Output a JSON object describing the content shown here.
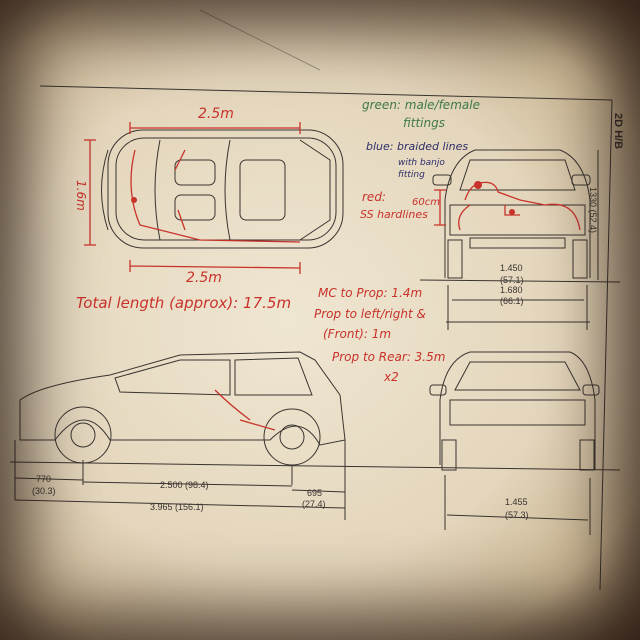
{
  "colors": {
    "paper": "#e8dcc6",
    "ink": "#3a3430",
    "red_ink": "#c8322a",
    "green_ink": "#3e7a4a",
    "blue_ink": "#2e2f6a"
  },
  "header": {
    "model_label": "2D H/B"
  },
  "annotations": {
    "top_width_upper": "2.5m",
    "top_width_lower": "2.5m",
    "top_height": "1.6m",
    "legend_green": "green: male/female",
    "legend_green_2": "fittings",
    "legend_blue": "blue: braided lines",
    "legend_blue_2": "with banjo",
    "legend_blue_3": "fitting",
    "legend_red": "red:",
    "legend_red_2": "SS hardlines",
    "front_height": "60cm",
    "total_length": "Total length (approx): 17.5m",
    "mc_to_prop": "MC to Prop: 1.4m",
    "prop_left_right": "Prop to left/right &",
    "prop_front": "(Front): 1m",
    "prop_rear": "Prop to Rear: 3.5m",
    "prop_rear_x2": "x2"
  },
  "dimensions": {
    "front_height": "1330 (52.4)",
    "front_track": "1.450",
    "front_track_in": "(57.1)",
    "overall_width": "1.680",
    "overall_width_in": "(66.1)",
    "front_overhang": "770",
    "front_overhang_in": "(30.3)",
    "wheelbase": "2.500 (98.4)",
    "rear_overhang": "695",
    "rear_overhang_in": "(27.4)",
    "overall_length": "3.965 (156.1)",
    "rear_track": "1.455",
    "rear_track_in": "(57.3)"
  }
}
